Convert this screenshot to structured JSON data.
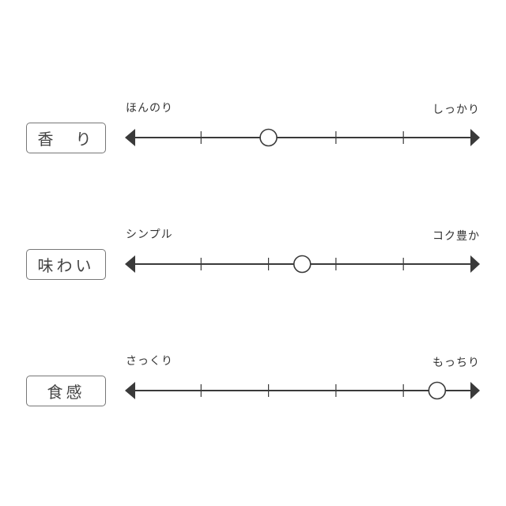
{
  "rows": [
    {
      "category": "香　り",
      "left_label": "ほんのり",
      "right_label": "しっかり",
      "value": 2.0
    },
    {
      "category": "味わい",
      "left_label": "シンプル",
      "right_label": "コク豊か",
      "value": 2.5
    },
    {
      "category": "食感",
      "left_label": "さっくり",
      "right_label": "もっちり",
      "value": 4.5
    }
  ],
  "scale": {
    "ticks": [
      1,
      2,
      3,
      4
    ],
    "min": 0,
    "max": 5
  },
  "colors": {
    "line": "#3a3a3a",
    "marker_fill": "#ffffff",
    "box_border": "#777777"
  }
}
